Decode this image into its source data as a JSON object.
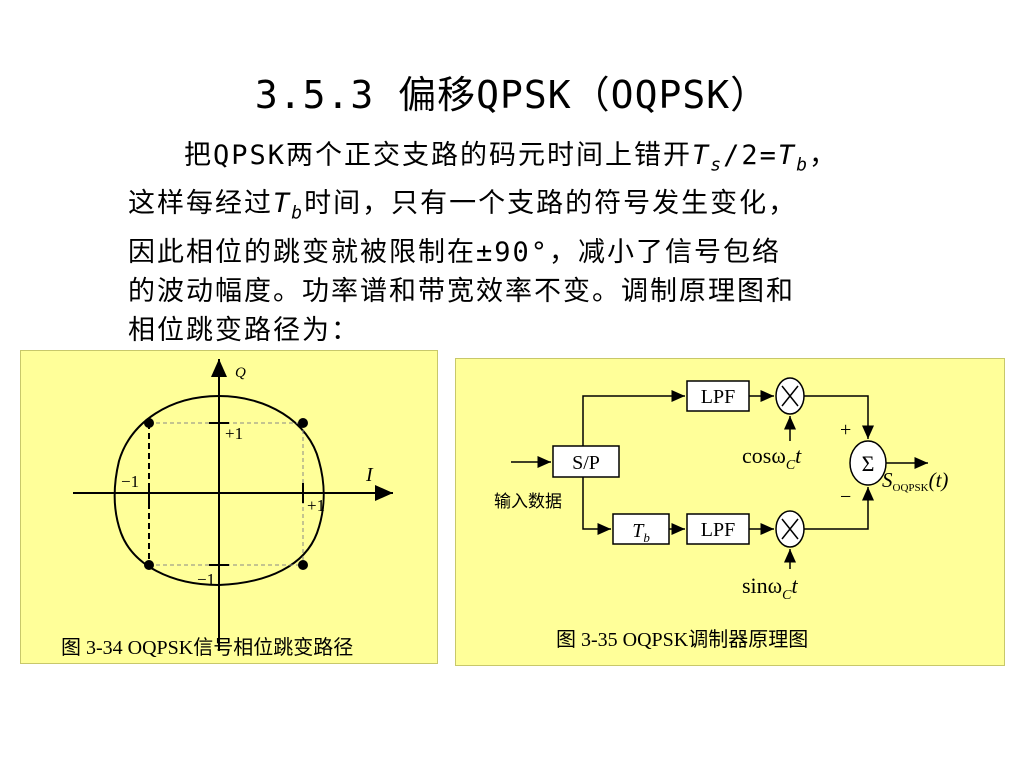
{
  "title": "3.5.3 偏移QPSK（OQPSK）",
  "paragraph": {
    "l1_pre": "把QPSK两个正交支路的码元时间上错开",
    "l1_ts": "T",
    "l1_ts_sub": "s",
    "l1_mid": "/2=",
    "l1_tb": "T",
    "l1_tb_sub": "b",
    "l1_post": "，",
    "l2_pre": "这样每经过",
    "l2_tb": "T",
    "l2_tb_sub": "b",
    "l2_post": "时间，只有一个支路的符号发生变化，",
    "l3": "因此相位的跳变就被限制在±90°，减小了信号包络",
    "l4": "的波动幅度。功率谱和带宽效率不变。调制原理图和",
    "l5": "相位跳变路径为："
  },
  "fig34": {
    "axis_q": "Q",
    "axis_i": "I",
    "plus1_top": "+1",
    "minus1_left": "−1",
    "plus1_right": "+1",
    "minus1_bottom": "−1",
    "caption": "图 3-34  OQPSK信号相位跳变路径"
  },
  "fig35": {
    "lpf_top": "LPF",
    "lpf_bottom": "LPF",
    "sp": "S/P",
    "tb": "T",
    "tb_sub": "b",
    "input_label": "输入数据",
    "cos_label": "cosω",
    "cos_sub": "C",
    "cos_t": "t",
    "sin_label": "sinω",
    "sin_sub": "C",
    "sin_t": "t",
    "sum_symbol": "Σ",
    "plus": "+",
    "minus": "−",
    "output_s": "S",
    "output_sub": "OQPSK",
    "output_t": "(t)",
    "caption": "图 3-35  OQPSK调制器原理图"
  },
  "colors": {
    "figure_bg": "#ffff99"
  }
}
